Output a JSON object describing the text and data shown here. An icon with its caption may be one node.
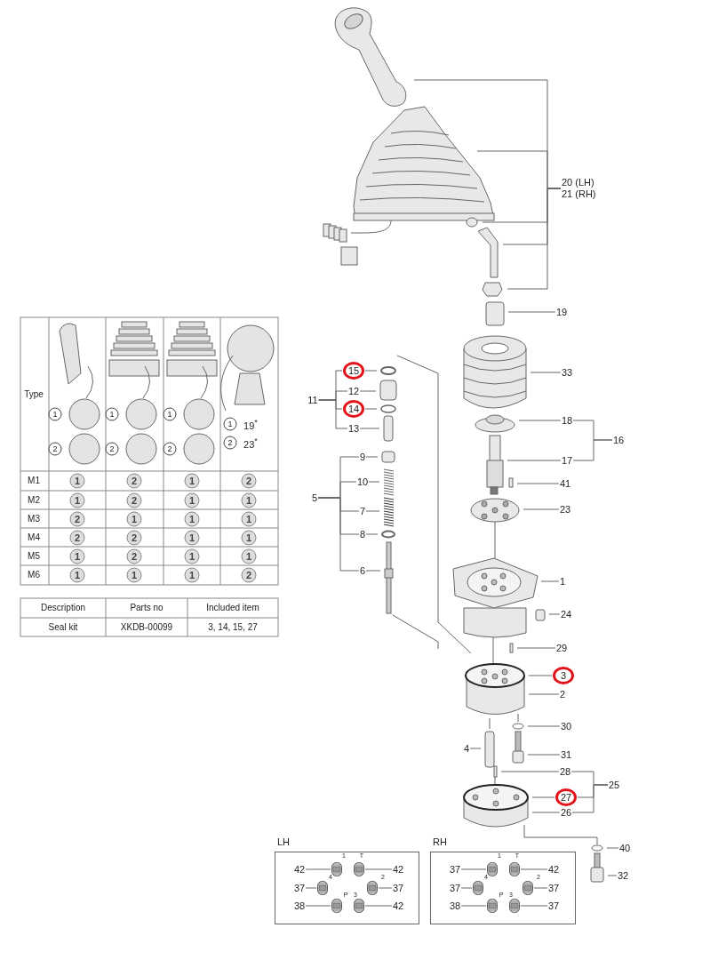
{
  "diagram": {
    "nodes": [
      {
        "text": [
          "20 (LH)",
          "21 (RH)"
        ]
      },
      {
        "text": [
          "19"
        ]
      },
      {
        "text": [
          "11"
        ]
      },
      {
        "text": [
          "15"
        ]
      },
      {
        "text": [
          "12"
        ]
      },
      {
        "text": [
          "14"
        ]
      },
      {
        "text": [
          "13"
        ]
      },
      {
        "text": [
          "9"
        ]
      },
      {
        "text": [
          "10"
        ]
      },
      {
        "text": [
          "5"
        ]
      },
      {
        "text": [
          "7"
        ]
      },
      {
        "text": [
          "8"
        ]
      },
      {
        "text": [
          "6"
        ]
      },
      {
        "text": [
          "33"
        ]
      },
      {
        "text": [
          "18"
        ]
      },
      {
        "text": [
          "17"
        ]
      },
      {
        "text": [
          "16"
        ]
      },
      {
        "text": [
          "41"
        ]
      },
      {
        "text": [
          "23"
        ]
      },
      {
        "text": [
          "1"
        ]
      },
      {
        "text": [
          "24"
        ]
      },
      {
        "text": [
          "29"
        ]
      },
      {
        "text": [
          "3"
        ]
      },
      {
        "text": [
          "2"
        ]
      },
      {
        "text": [
          "30"
        ]
      },
      {
        "text": [
          "31"
        ]
      },
      {
        "text": [
          "4"
        ]
      },
      {
        "text": [
          "28"
        ]
      },
      {
        "text": [
          "27"
        ]
      },
      {
        "text": [
          "26"
        ]
      },
      {
        "text": [
          "25"
        ]
      },
      {
        "text": [
          "40"
        ]
      },
      {
        "text": [
          "32"
        ]
      },
      {
        "text": [
          "LH"
        ]
      },
      {
        "text": [
          "42"
        ],
        "in": 33
      },
      {
        "text": [
          "42"
        ],
        "in": 33
      },
      {
        "text": [
          "37"
        ],
        "in": 33
      },
      {
        "text": [
          "37"
        ],
        "in": 33
      },
      {
        "text": [
          "38"
        ],
        "in": 33
      },
      {
        "text": [
          "42"
        ],
        "in": 33
      },
      {
        "text": [
          "RH"
        ]
      },
      {
        "text": [
          "37"
        ],
        "in": 40
      },
      {
        "text": [
          "42"
        ],
        "in": 40
      },
      {
        "text": [
          "37"
        ],
        "in": 40
      },
      {
        "text": [
          "37"
        ],
        "in": 40
      },
      {
        "text": [
          "38"
        ],
        "in": 40
      },
      {
        "text": [
          "37"
        ],
        "in": 40
      },
      {
        "text": [],
        "shape": "picture",
        "in": 33
      },
      {
        "text": [],
        "shape": "picture",
        "in": 33
      },
      {
        "text": [],
        "shape": "picture",
        "in": 33
      },
      {
        "text": [],
        "shape": "picture",
        "in": 33
      },
      {
        "text": [],
        "shape": "picture",
        "in": 33
      },
      {
        "text": [],
        "shape": "picture",
        "in": 33
      },
      {
        "text": [],
        "shape": "picture",
        "in": 40
      },
      {
        "text": [],
        "shape": "picture",
        "in": 40
      },
      {
        "text": [],
        "shape": "picture",
        "in": 40
      },
      {
        "text": [],
        "shape": "picture",
        "in": 40
      },
      {
        "text": [],
        "shape": "picture",
        "in": 40
      },
      {
        "text": [],
        "shape": "picture",
        "in": 40
      }
    ],
    "edges": [
      {
        "from": 0,
        "to": null,
        "arrow": "none"
      },
      {
        "from": 0,
        "to": null,
        "arrow": "none"
      },
      {
        "from": 0,
        "to": null,
        "arrow": "none"
      },
      {
        "from": 0,
        "to": null,
        "arrow": "none"
      },
      {
        "from": 0,
        "to": null,
        "arrow": "none"
      },
      {
        "from": 1,
        "to": null,
        "arrow": "none"
      },
      {
        "from": 2,
        "to": 3,
        "arrow": "none"
      },
      {
        "from": 2,
        "to": 4,
        "arrow": "none"
      },
      {
        "from": 2,
        "to": 5,
        "arrow": "none"
      },
      {
        "from": 2,
        "to": 6,
        "arrow": "none"
      },
      {
        "from": 3,
        "to": null,
        "arrow": "none"
      },
      {
        "from": 4,
        "to": null,
        "arrow": "none"
      },
      {
        "from": 5,
        "to": null,
        "arrow": "none"
      },
      {
        "from": 6,
        "to": null,
        "arrow": "none"
      },
      {
        "from": 7,
        "to": null,
        "arrow": "none"
      },
      {
        "from": 8,
        "to": null,
        "arrow": "none"
      },
      {
        "from": 9,
        "to": 7,
        "arrow": "none"
      },
      {
        "from": 9,
        "to": 8,
        "arrow": "none"
      },
      {
        "from": 9,
        "to": 10,
        "arrow": "none"
      },
      {
        "from": 9,
        "to": 11,
        "arrow": "none"
      },
      {
        "from": 9,
        "to": 12,
        "arrow": "none"
      },
      {
        "from": 10,
        "to": null,
        "arrow": "none"
      },
      {
        "from": 11,
        "to": null,
        "arrow": "none"
      },
      {
        "from": 12,
        "to": null,
        "arrow": "none"
      },
      {
        "from": 13,
        "to": null,
        "arrow": "none"
      },
      {
        "from": 14,
        "to": null,
        "arrow": "none"
      },
      {
        "from": 15,
        "to": null,
        "arrow": "none"
      },
      {
        "from": 16,
        "to": 14,
        "arrow": "none"
      },
      {
        "from": 16,
        "to": 15,
        "arrow": "none"
      },
      {
        "from": 17,
        "to": null,
        "arrow": "none"
      },
      {
        "from": 18,
        "to": null,
        "arrow": "none"
      },
      {
        "from": 19,
        "to": null,
        "arrow": "none"
      },
      {
        "from": 20,
        "to": null,
        "arrow": "none"
      },
      {
        "from": 21,
        "to": null,
        "arrow": "none"
      },
      {
        "from": 22,
        "to": null,
        "arrow": "none"
      },
      {
        "from": 23,
        "to": null,
        "arrow": "none"
      },
      {
        "from": 24,
        "to": null,
        "arrow": "none"
      },
      {
        "from": 25,
        "to": null,
        "arrow": "none"
      },
      {
        "from": 26,
        "to": null,
        "arrow": "none"
      },
      {
        "from": 27,
        "to": null,
        "arrow": "none"
      },
      {
        "from": 28,
        "to": null,
        "arrow": "none"
      },
      {
        "from": 29,
        "to": null,
        "arrow": "none"
      },
      {
        "from": 30,
        "to": 27,
        "arrow": "none"
      },
      {
        "from": 30,
        "to": 28,
        "arrow": "none"
      },
      {
        "from": 30,
        "to": 29,
        "arrow": "none"
      },
      {
        "from": 31,
        "to": null,
        "arrow": "none"
      },
      {
        "from": 32,
        "to": null,
        "arrow": "none"
      },
      {
        "from": 34,
        "to": 47,
        "arrow": "none"
      },
      {
        "from": 35,
        "to": 48,
        "arrow": "none"
      },
      {
        "from": 36,
        "to": 49,
        "arrow": "none"
      },
      {
        "from": 37,
        "to": 50,
        "arrow": "none"
      },
      {
        "from": 38,
        "to": 51,
        "arrow": "none"
      },
      {
        "from": 39,
        "to": 52,
        "arrow": "none"
      },
      {
        "from": 41,
        "to": 53,
        "arrow": "none"
      },
      {
        "from": 42,
        "to": 54,
        "arrow": "none"
      },
      {
        "from": 43,
        "to": 55,
        "arrow": "none"
      },
      {
        "from": 44,
        "to": 56,
        "arrow": "none"
      },
      {
        "from": 45,
        "to": 57,
        "arrow": "none"
      },
      {
        "from": 46,
        "to": 58,
        "arrow": "none"
      }
    ],
    "labels": [
      "Type",
      "1",
      "2",
      "1",
      "2",
      "1",
      "2",
      "1",
      "19$^{*}$",
      "2",
      "23$^{*}$",
      "M1",
      "1",
      "2",
      "1",
      "2",
      "M2",
      "1",
      "2",
      "1",
      "1",
      "M3",
      "2",
      "1",
      "1",
      "1",
      "M4",
      "2",
      "2",
      "1",
      "1",
      "M5",
      "1",
      "2",
      "1",
      "1",
      "M6",
      "1",
      "1",
      "1",
      "2",
      "Description",
      "Parts no",
      "Included item",
      "Seal kit",
      "XKDB-00099",
      "3, 14, 15, 27",
      "1",
      "T",
      "4",
      "2",
      "P",
      "3",
      "1",
      "T",
      "4",
      "2",
      "P",
      "3"
    ]
  }
}
